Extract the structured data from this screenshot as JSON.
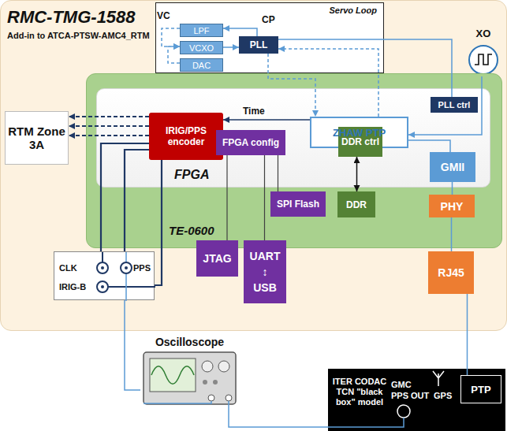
{
  "diagram": {
    "nodes": [
      {
        "text": [
          "RMC-TMG-1588",
          "Add-in to ATCA-PTSW-AMC4_RTM"
        ]
      },
      {
        "text": [
          "Servo Loop"
        ],
        "in": 0
      },
      {
        "text": [
          "LPF"
        ],
        "in": 1
      },
      {
        "text": [
          "VCXO"
        ],
        "in": 1
      },
      {
        "text": [
          "DAC"
        ],
        "in": 1
      },
      {
        "text": [
          "PLL"
        ],
        "in": 1
      },
      {
        "text": [
          "XO"
        ],
        "in": 0
      },
      {
        "text": [
          "RTM Zone 3A"
        ],
        "in": 0
      },
      {
        "text": [
          "TE-0600"
        ],
        "in": 0
      },
      {
        "text": [
          "FPGA"
        ],
        "in": 8
      },
      {
        "text": [
          "IRIG/PPS encoder"
        ],
        "in": 9
      },
      {
        "text": [
          "ZHAW PTP"
        ],
        "in": 9
      },
      {
        "text": [
          "PLL ctrl"
        ],
        "in": 9
      },
      {
        "text": [
          "FPGA config"
        ],
        "in": 9
      },
      {
        "text": [
          "DDR ctrl"
        ],
        "in": 9
      },
      {
        "text": [
          "GMII"
        ],
        "in": 9
      },
      {
        "text": [
          "SPI Flash"
        ],
        "in": 8
      },
      {
        "text": [
          "DDR"
        ],
        "in": 8
      },
      {
        "text": [
          "PHY"
        ],
        "in": 8
      },
      {
        "text": [
          "RJ45"
        ],
        "in": 0
      },
      {
        "text": [
          "JTAG"
        ],
        "in": 0
      },
      {
        "text": [
          "UART ↕ USB"
        ],
        "in": 0
      },
      {
        "text": [
          "CLK",
          "PPS",
          "IRIG-B"
        ],
        "in": 0
      },
      {
        "text": [
          "Oscilloscope"
        ]
      },
      {
        "text": [
          "ITER CODAC TCN \"black box\" model",
          "GMC",
          "PPS OUT",
          "GPS"
        ]
      },
      {
        "text": [
          "PTP"
        ],
        "in": 24
      }
    ],
    "edges": [
      {
        "from": 5,
        "to": 2,
        "arrow": "to",
        "label": "CP"
      },
      {
        "from": 2,
        "to": 3,
        "arrow": "to"
      },
      {
        "from": 4,
        "to": 3,
        "arrow": "to"
      },
      {
        "from": 3,
        "to": 5,
        "arrow": "to"
      },
      {
        "from": 5,
        "to": 11,
        "arrow": "to"
      },
      {
        "from": 11,
        "to": 5,
        "arrow": "to"
      },
      {
        "from": 5,
        "to": 12,
        "arrow": "none"
      },
      {
        "from": 6,
        "to": 11,
        "arrow": "to"
      },
      {
        "from": 11,
        "to": 10,
        "arrow": "to",
        "label": "Time"
      },
      {
        "from": 10,
        "to": 7,
        "arrow": "to"
      },
      {
        "from": 10,
        "to": 7,
        "arrow": "to"
      },
      {
        "from": 10,
        "to": 7,
        "arrow": "to"
      },
      {
        "from": 10,
        "to": 22,
        "arrow": "none"
      },
      {
        "from": 10,
        "to": 22,
        "arrow": "none"
      },
      {
        "from": 10,
        "to": 22,
        "arrow": "none"
      },
      {
        "from": 13,
        "to": 16,
        "arrow": "none"
      },
      {
        "from": 13,
        "to": 20,
        "arrow": "none"
      },
      {
        "from": 13,
        "to": 21,
        "arrow": "none"
      },
      {
        "from": 14,
        "to": 17,
        "arrow": "both"
      },
      {
        "from": 11,
        "to": 15,
        "arrow": "none"
      },
      {
        "from": 15,
        "to": 18,
        "arrow": "none"
      },
      {
        "from": 18,
        "to": 19,
        "arrow": "none"
      },
      {
        "from": 19,
        "to": 25,
        "arrow": "none"
      },
      {
        "from": 22,
        "to": 23,
        "arrow": "none"
      },
      {
        "from": 24,
        "to": 23,
        "arrow": "none"
      }
    ],
    "labels": [
      "VC"
    ]
  }
}
